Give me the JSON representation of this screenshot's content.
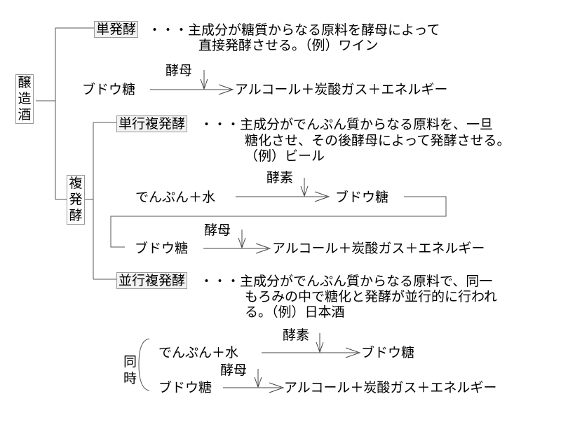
{
  "root": {
    "chars": [
      "醸",
      "造",
      "酒"
    ]
  },
  "fukuhakko": {
    "chars": [
      "複",
      "発",
      "酵"
    ]
  },
  "tanhakko": {
    "label": "単発酵",
    "desc_line1": "・・・主成分が糖質からなる原料を酵母によって",
    "desc_line2": "直接発酵させる。（例）ワイン",
    "reaction": {
      "from": "ブドウ糖",
      "agent": "酵母",
      "to": "アルコール＋炭酸ガス＋エネルギー"
    }
  },
  "tankou": {
    "label": "単行複発酵",
    "desc_line1": "・・・主成分がでんぷん質からなる原料を、一旦",
    "desc_line2": "糖化させ、その後酵母によって発酵させる。",
    "desc_line3": "（例）ビール",
    "reaction1": {
      "from": "でんぷん＋水",
      "agent": "酵素",
      "to": "ブドウ糖"
    },
    "reaction2": {
      "from": "ブドウ糖",
      "agent": "酵母",
      "to": "アルコール＋炭酸ガス＋エネルギー"
    }
  },
  "heikou": {
    "label": "並行複発酵",
    "desc_line1": "・・・主成分がでんぷん質からなる原料で、同一",
    "desc_line2": "もろみの中で糖化と発酵が並行的に行われ",
    "desc_line3": "る。（例）日本酒",
    "simultaneous": [
      "同",
      "時"
    ],
    "reaction1": {
      "from": "でんぷん＋水",
      "agent": "酵素",
      "to": "ブドウ糖"
    },
    "reaction2": {
      "from": "ブドウ糖",
      "agent": "酵母",
      "to": "アルコール＋炭酸ガス＋エネルギー"
    }
  }
}
